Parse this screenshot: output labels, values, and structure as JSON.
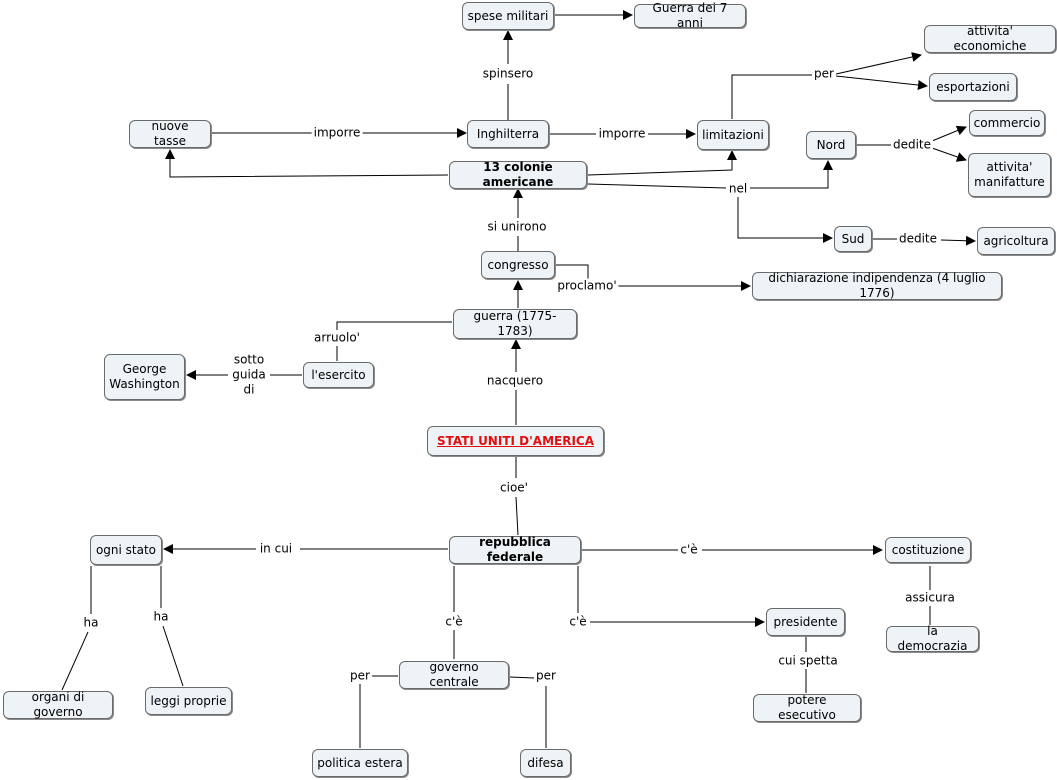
{
  "nodes": {
    "spese_militari": "spese militari",
    "guerra_7_anni": "Guerra dei 7 anni",
    "attivita_economiche": "attivita' economiche",
    "esportazioni": "esportazioni",
    "nuove_tasse": "nuove tasse",
    "inghilterra": "Inghilterra",
    "limitazioni": "limitazioni",
    "nord": "Nord",
    "commercio": "commercio",
    "attivita_manifatture": "attivita' manifatture",
    "tredici_colonie": "13 colonie americane",
    "sud": "Sud",
    "agricoltura": "agricoltura",
    "congresso": "congresso",
    "dichiarazione": "dichiarazione indipendenza (4 luglio 1776)",
    "guerra": "guerra (1775-1783)",
    "george_washington": "George Washington",
    "esercito": "l'esercito",
    "stati_uniti": "STATI UNITI D'AMERICA",
    "ogni_stato": "ogni stato",
    "repubblica_federale": "repubblica federale",
    "costituzione": "costituzione",
    "presidente": "presidente",
    "democrazia": "la democrazia",
    "governo_centrale": "governo centrale",
    "organi_governo": "organi di governo",
    "leggi_proprie": "leggi proprie",
    "potere_esecutivo": "potere esecutivo",
    "politica_estera": "politica estera",
    "difesa": "difesa"
  },
  "links": {
    "spinsero": "spinsero",
    "per_limitazioni": "per",
    "imporre_tasse": "imporre",
    "imporre_limitazioni": "imporre",
    "dedite_nord": "dedite",
    "nel": "nel",
    "si_unirono": "si unirono",
    "dedite_sud": "dedite",
    "proclamo": "proclamo'",
    "arruolo": "arruolo'",
    "sotto_guida_di": "sotto guida di",
    "nacquero": "nacquero",
    "cioe": "cioe'",
    "in_cui": "in cui",
    "ce_costituzione": "c'è",
    "ha_organi": "ha",
    "ha_leggi": "ha",
    "ce_governo": "c'è",
    "ce_presidente": "c'è",
    "assicura": "assicura",
    "per_politica": "per",
    "per_difesa": "per",
    "cui_spetta": "cui spetta"
  }
}
